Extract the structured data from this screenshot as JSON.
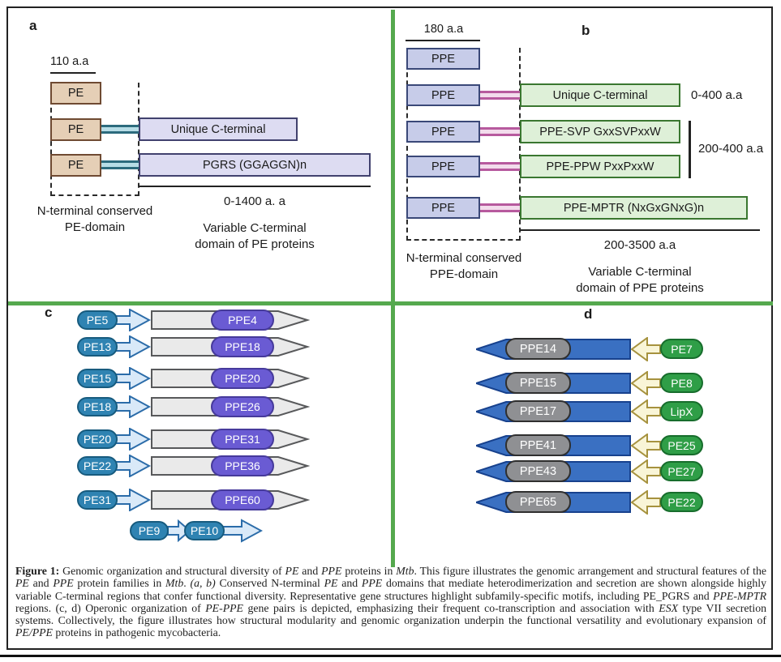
{
  "panel_a": {
    "letter": "a",
    "scale": "110 a.a",
    "pe_label": "PE",
    "row2_box": "Unique C-terminal",
    "row3_box": "PGRS (GGAGGN)n",
    "range": "0-1400 a. a",
    "nterm_line1": "N-terminal conserved",
    "nterm_line2": "PE-domain",
    "variable_line1": "Variable C-terminal",
    "variable_line2": "domain of PE proteins"
  },
  "panel_b": {
    "letter": "b",
    "scale": "180 a.a",
    "ppe_label": "PPE",
    "row2_box": "Unique C-terminal",
    "row2_range": "0-400 a.a",
    "row3_box": "PPE-SVP GxxSVPxxW",
    "row4_box": "PPE-PPW PxxPxxW",
    "bracket_range": "200-400 a.a",
    "row5_box": "PPE-MPTR (NxGxGNxG)n",
    "range": "200-3500 a.a",
    "nterm_line1": "N-terminal conserved",
    "nterm_line2": "PPE-domain",
    "variable_line1": "Variable C-terminal",
    "variable_line2": "domain of PPE proteins"
  },
  "panel_c": {
    "letter": "c",
    "pairs": [
      {
        "pe": "PE5",
        "ppe": "PPE4"
      },
      {
        "pe": "PE13",
        "ppe": "PPE18"
      },
      {
        "pe": "PE15",
        "ppe": "PPE20"
      },
      {
        "pe": "PE18",
        "ppe": "PPE26"
      },
      {
        "pe": "PE20",
        "ppe": "PPE31"
      },
      {
        "pe": "PE22",
        "ppe": "PPE36"
      },
      {
        "pe": "PE31",
        "ppe": "PPE60"
      }
    ],
    "tandem": {
      "pe1": "PE9",
      "pe2": "PE10"
    }
  },
  "panel_d": {
    "letter": "d",
    "pairs": [
      {
        "ppe": "PPE14",
        "pe": "PE7"
      },
      {
        "ppe": "PPE15",
        "pe": "PE8"
      },
      {
        "ppe": "PPE17",
        "pe": "LipX"
      },
      {
        "ppe": "PPE41",
        "pe": "PE25"
      },
      {
        "ppe": "PPE43",
        "pe": "PE27"
      },
      {
        "ppe": "PPE65",
        "pe": "PE22"
      }
    ]
  },
  "caption": {
    "segments": [
      {
        "t": "Figure 1:",
        "b": true
      },
      {
        "t": " Genomic organization and structural diversity of "
      },
      {
        "t": "PE",
        "i": true
      },
      {
        "t": " and "
      },
      {
        "t": "PPE",
        "i": true
      },
      {
        "t": " proteins in "
      },
      {
        "t": "Mtb",
        "i": true
      },
      {
        "t": ". This figure illustrates the genomic arrangement and structural features of the "
      },
      {
        "t": "PE",
        "i": true
      },
      {
        "t": " and "
      },
      {
        "t": "PPE",
        "i": true
      },
      {
        "t": " protein families in "
      },
      {
        "t": "Mtb",
        "i": true
      },
      {
        "t": ". "
      },
      {
        "t": "(a, b)",
        "i": true
      },
      {
        "t": " Conserved N-terminal "
      },
      {
        "t": "PE",
        "i": true
      },
      {
        "t": " and "
      },
      {
        "t": "PPE",
        "i": true
      },
      {
        "t": " domains that mediate heterodimerization and secretion are shown alongside highly variable C-terminal regions that confer functional diversity. Representative gene structures highlight subfamily-specific motifs, including PE_PGRS and "
      },
      {
        "t": "PPE-MPTR",
        "i": true
      },
      {
        "t": " regions. (c, d) Operonic organization of "
      },
      {
        "t": "PE-PPE",
        "i": true
      },
      {
        "t": " gene pairs is depicted, emphasizing their frequent co-transcription and association with "
      },
      {
        "t": "ESX",
        "i": true
      },
      {
        "t": " type VII secretion systems. Collectively, the figure illustrates how structural modularity and genomic organization underpin the functional versatility and evolutionary expansion of "
      },
      {
        "t": "PE/PPE",
        "i": true
      },
      {
        "t": " proteins in pathogenic mycobacteria."
      }
    ]
  }
}
